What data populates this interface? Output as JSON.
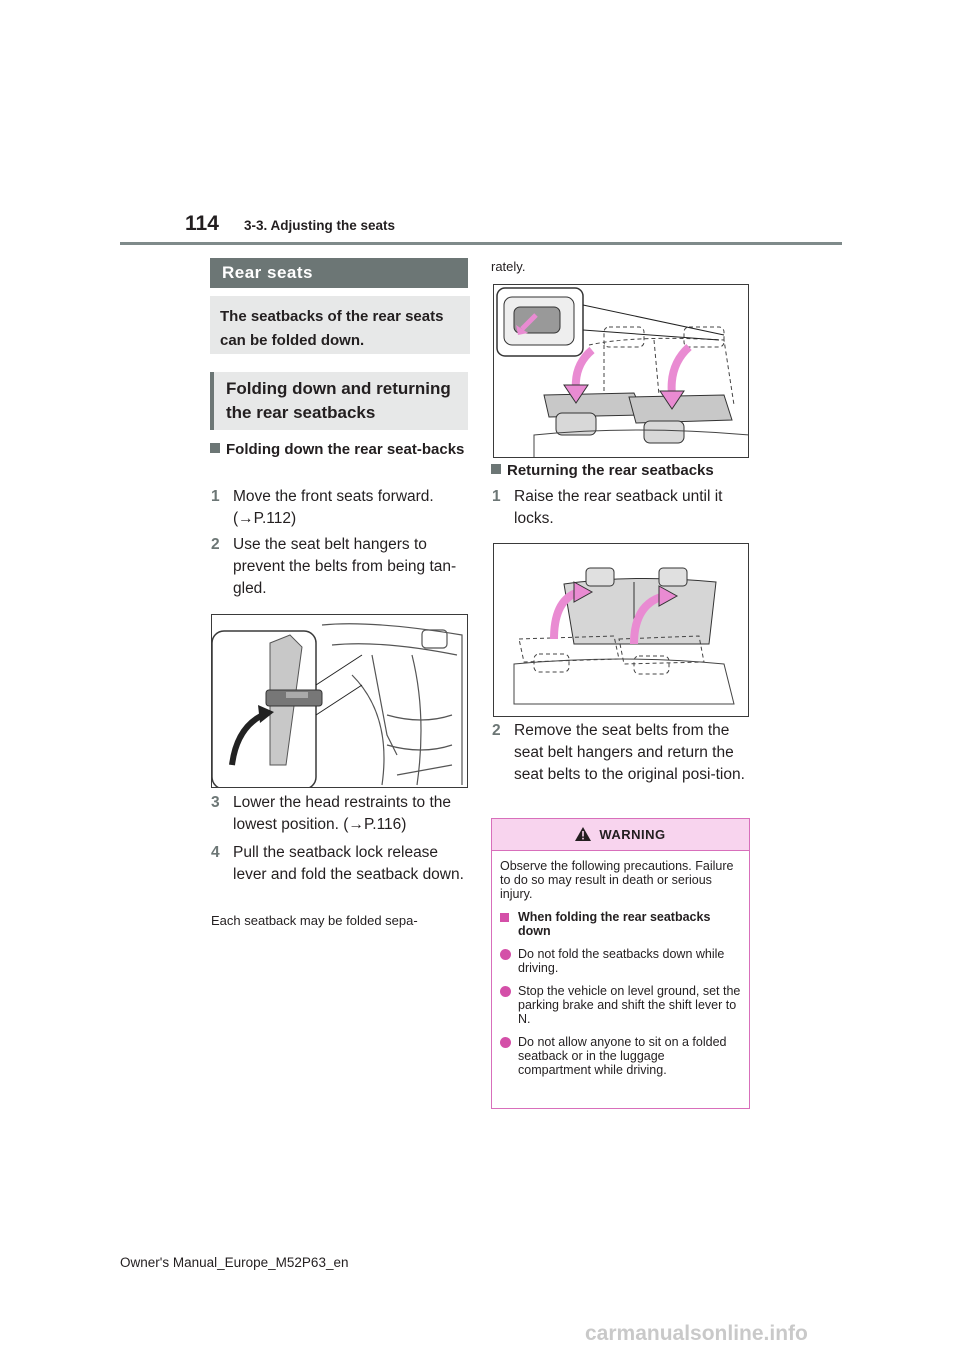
{
  "header": {
    "page_number": "114",
    "section_title": "3-3. Adjusting the seats"
  },
  "left": {
    "title": "Rear seats",
    "intro": "The seatbacks of the rear seats can be folded down.",
    "subhead": "Folding down and returning the rear seatbacks",
    "fold_heading": "Folding down the rear seat-backs",
    "steps": [
      {
        "n": "1",
        "text": "Move the front seats forward. (→P.112)"
      },
      {
        "n": "2",
        "text": "Use the seat belt hangers to prevent the belts from being tan-gled."
      },
      {
        "n": "3",
        "text": "Lower the head restraints to the lowest position. (→P.116)"
      },
      {
        "n": "4",
        "text": "Pull the seatback lock release lever and fold the seatback down."
      }
    ],
    "note": "Each seatback may be folded sepa-"
  },
  "right": {
    "note_cont": "rately.",
    "return_heading": "Returning the rear seatbacks",
    "steps": [
      {
        "n": "1",
        "text": "Raise the rear seatback until it locks."
      },
      {
        "n": "2",
        "text": "Remove the seat belts from the seat belt hangers and return the seat belts to the original posi-tion."
      }
    ]
  },
  "warning": {
    "title": "WARNING",
    "intro": "Observe the following precautions. Failure to do so may result in death or serious injury.",
    "subhead": "When folding the rear seatbacks down",
    "bullets": [
      "Do not fold the seatbacks down while driving.",
      "Stop the vehicle on level ground, set the parking brake and shift the shift lever to N.",
      "Do not allow anyone to sit on a folded seatback or in the luggage compartment while driving."
    ]
  },
  "footer": {
    "text": "Owner's Manual_Europe_M52P63_en"
  },
  "watermark": "carmanualsonline.info",
  "colors": {
    "header_gray": "#6c7675",
    "box_gray": "#e7e8e8",
    "warning_pink": "#d44fa8",
    "arrow_pink": "#e98bd2"
  }
}
